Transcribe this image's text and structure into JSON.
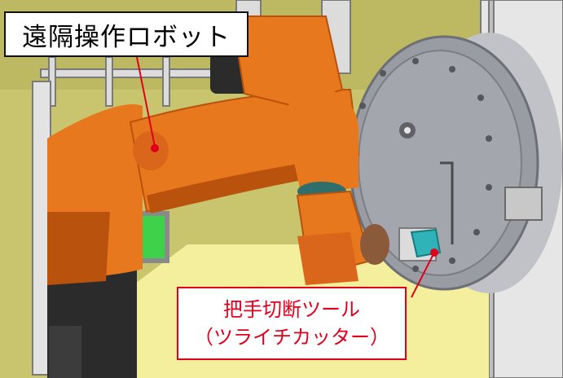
{
  "labels": {
    "robot": "遠隔操作ロボット",
    "tool_line1": "把手切断ツール",
    "tool_line2": "（ツライチカッター）"
  },
  "colors": {
    "robot_body": "#e8781e",
    "robot_shadow": "#b9520d",
    "robot_dark": "#2b2b2b",
    "flange_disc": "#9a9ca3",
    "flange_dark": "#6d6f76",
    "cutter_cyan": "#2fb3b8",
    "green_window": "#3fd14a",
    "olive_wall": "#b8b46a",
    "floor": "#f4ef9c",
    "callout_red": "#e0001b"
  }
}
